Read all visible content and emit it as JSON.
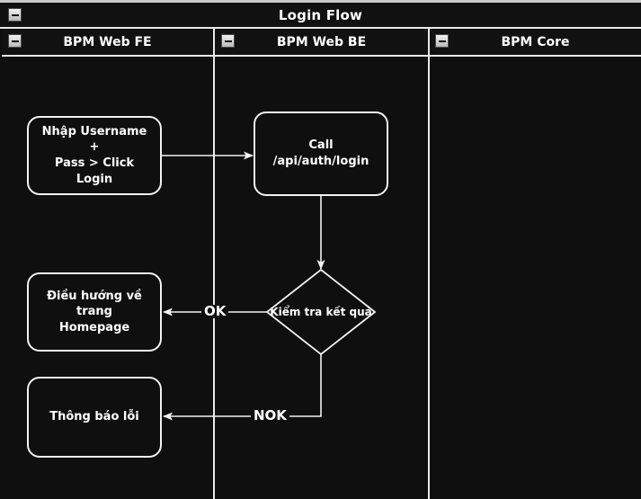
{
  "pool": {
    "title": "Login Flow",
    "collapse_icon": "minus-square-icon"
  },
  "lanes": [
    {
      "id": "bpm-web-fe",
      "label": "BPM Web FE",
      "collapse_icon": "minus-square-icon"
    },
    {
      "id": "bpm-web-be",
      "label": "BPM Web BE",
      "collapse_icon": "minus-square-icon"
    },
    {
      "id": "bpm-core",
      "label": "BPM Core",
      "collapse_icon": "minus-square-icon"
    }
  ],
  "nodes": [
    {
      "id": "enter-credentials",
      "lane": "bpm-web-fe",
      "type": "task",
      "label": "Nhập Username +\nPass > Click Login"
    },
    {
      "id": "call-login-api",
      "lane": "bpm-web-be",
      "type": "task",
      "label": "Call /api/auth/login"
    },
    {
      "id": "check-result",
      "lane": "bpm-web-be",
      "type": "decision",
      "label": "Kiểm tra kết quả"
    },
    {
      "id": "goto-homepage",
      "lane": "bpm-web-fe",
      "type": "task",
      "label": "Điều hướng về trang\nHomepage"
    },
    {
      "id": "show-error",
      "lane": "bpm-web-fe",
      "type": "task",
      "label": "Thông báo lỗi"
    }
  ],
  "edges": [
    {
      "id": "e1",
      "from": "enter-credentials",
      "to": "call-login-api",
      "label": ""
    },
    {
      "id": "e2",
      "from": "call-login-api",
      "to": "check-result",
      "label": ""
    },
    {
      "id": "e3",
      "from": "check-result",
      "to": "goto-homepage",
      "label": "OK"
    },
    {
      "id": "e4",
      "from": "check-result",
      "to": "show-error",
      "label": "NOK"
    }
  ],
  "colors": {
    "canvas_background": "#0f0f0f",
    "stroke": "#f2f2f2",
    "text": "#ffffff",
    "separator": "#e9e9e9",
    "page_background": "#c8c8c8"
  }
}
